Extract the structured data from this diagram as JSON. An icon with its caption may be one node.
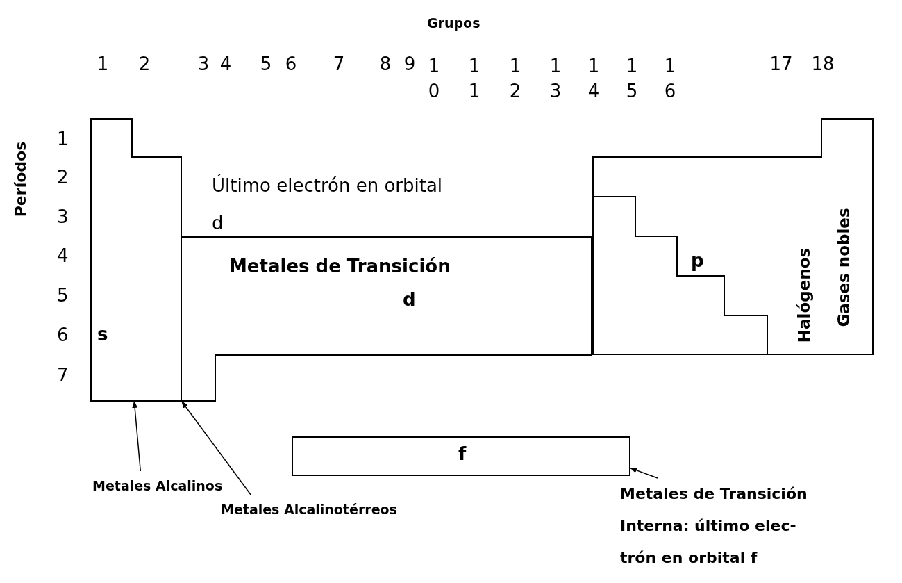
{
  "diagram": {
    "title": "Grupos",
    "nodes": [
      {
        "text": [
          "s"
        ]
      },
      {
        "text": [
          "Metales de Transición",
          "d"
        ],
        "beside": [
          "Último electrón en orbital d"
        ]
      },
      {
        "text": [
          "p",
          "Halógenos",
          "Gases nobles"
        ]
      },
      {
        "text": [
          "f"
        ]
      },
      {
        "text": [
          "Metales Alcalinos"
        ]
      },
      {
        "text": [
          "Metales Alcalinotérreos"
        ]
      },
      {
        "text": [
          "Metales de Transición Interna: último elec- trón en orbital f"
        ]
      }
    ],
    "edges": [
      {
        "from": 4,
        "to": 0,
        "arrow": "to"
      },
      {
        "from": 5,
        "to": 0,
        "arrow": "to"
      },
      {
        "from": 6,
        "to": 3,
        "arrow": "to"
      }
    ],
    "labels": [
      "1",
      "2",
      "3",
      "4",
      "5",
      "6",
      "7",
      "8",
      "9",
      "10",
      "11",
      "12",
      "13",
      "14",
      "15",
      "16",
      "17",
      "18",
      "Períodos",
      "1",
      "2",
      "3",
      "4",
      "5",
      "6",
      "7"
    ]
  }
}
